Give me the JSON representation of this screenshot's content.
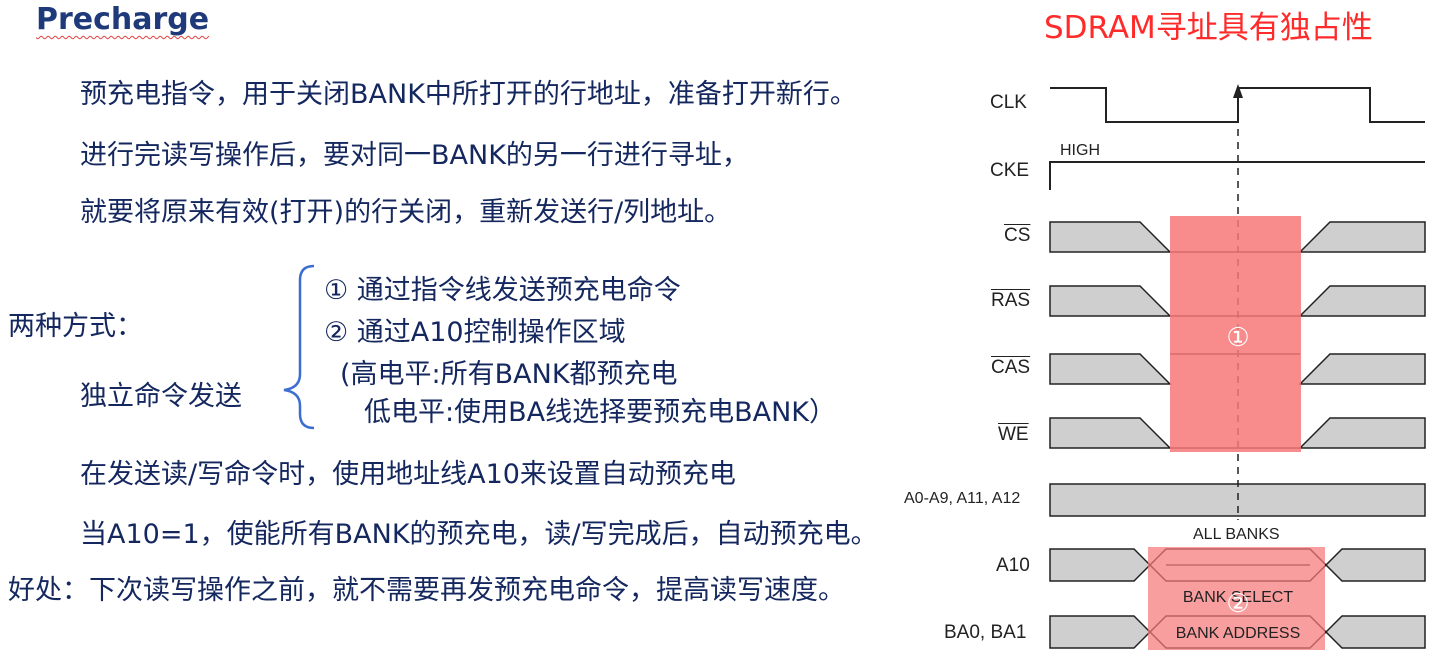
{
  "title": "Precharge",
  "intro": [
    "预充电指令，用于关闭BANK中所打开的行地址，准备打开新行。",
    "进行完读写操作后，要对同一BANK的另一行进行寻址，",
    "就要将原来有效(打开)的行关闭，重新发送行/列地址。"
  ],
  "methods": {
    "label": "两种方式：",
    "sub_label": "独立命令发送",
    "items": [
      "① 通过指令线发送预充电命令",
      "② 通过A10控制操作区域",
      "(高电平:所有BANK都预充电",
      "低电平:使用BA线选择要预充电BANK）"
    ]
  },
  "auto": [
    "在发送读/写命令时，使用地址线A10来设置自动预充电",
    "当A10=1，使能所有BANK的预充电，读/写完成后，自动预充电。",
    "好处：下次读写操作之前，就不需要再发预充电命令，提高读写速度。"
  ],
  "note": "SDRAM寻址具有独占性",
  "timing": {
    "signals": [
      "CLK",
      "CKE",
      "CS",
      "RAS",
      "CAS",
      "WE",
      "A0-A9, A11, A12",
      "A10",
      "BA0, BA1"
    ],
    "cke_level": "HIGH",
    "a10_label": "ALL BANKS",
    "a10_alt": "BANK SELECT",
    "ba_label": "BANK ADDRESS",
    "markers": [
      "①",
      "②"
    ]
  },
  "colors": {
    "text": "#14275e",
    "note": "#ff2a2a",
    "highlight": "#f77878",
    "shade": "#cfcfcf"
  }
}
